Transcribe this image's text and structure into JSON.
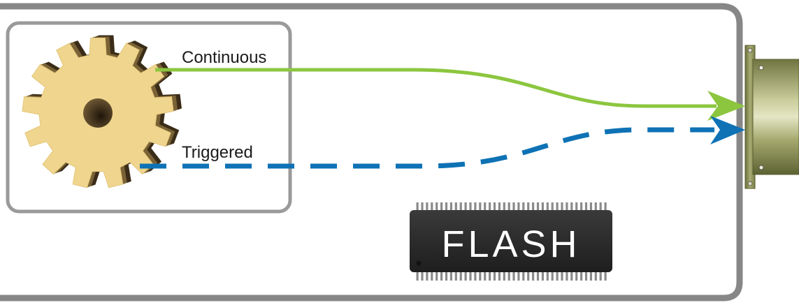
{
  "labels": {
    "continuous": "Continuous",
    "triggered": "Triggered",
    "chip": "FLASH"
  },
  "colors": {
    "device_border": "#878787",
    "sensor_box_border": "#9a9a9a",
    "gear_fill": "#f0d58e",
    "gear_shadow": "#4a3a22",
    "continuous_line": "#8cc63f",
    "triggered_line": "#0e72b5",
    "chip_body": "#2b2b2b",
    "chip_text": "#ffffff",
    "connector": "#8a8f5a"
  },
  "icons": {
    "gear": "gear-icon",
    "chip": "flash-chip-icon",
    "connector": "connector-icon"
  }
}
